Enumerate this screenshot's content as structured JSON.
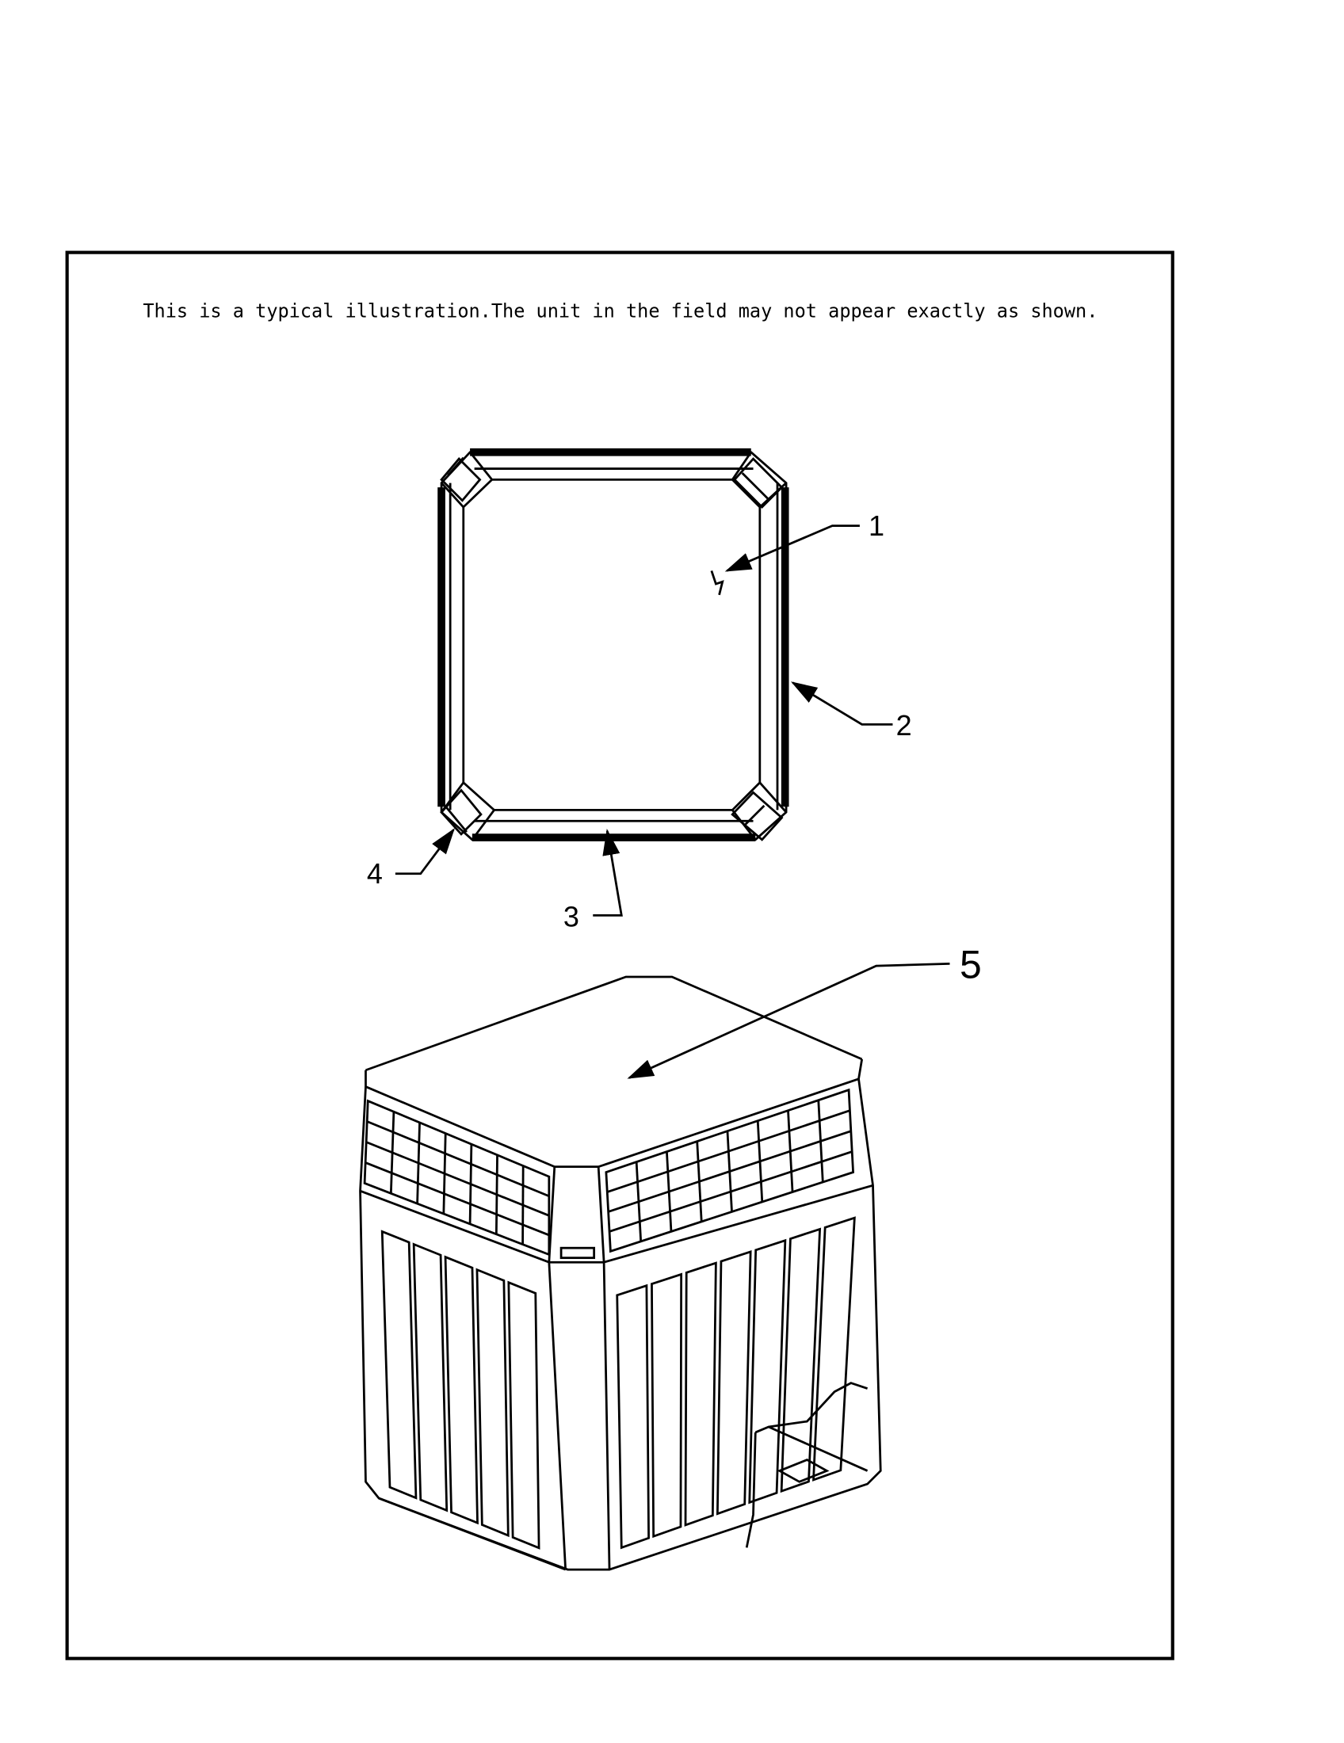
{
  "notice": "This is a typical illustration.The unit in the field may not appear exactly as shown.",
  "callouts": {
    "c1": "1",
    "c2": "2",
    "c3": "3",
    "c4": "4",
    "c5": "5"
  }
}
